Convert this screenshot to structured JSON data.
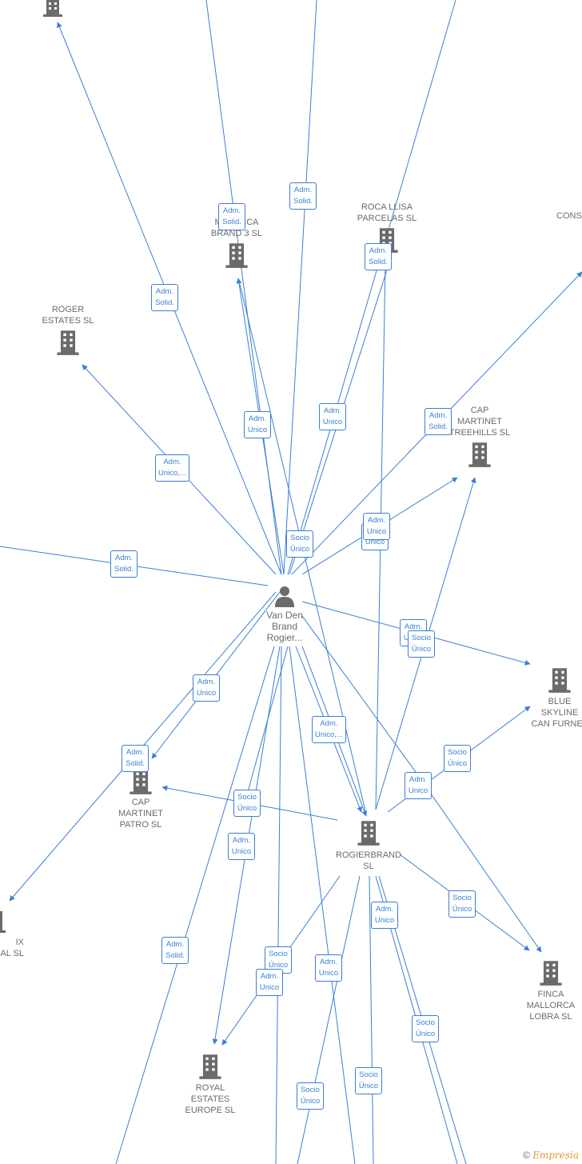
{
  "center": {
    "name": "Van Den\nBrand\nRogier..."
  },
  "nodes": [
    {
      "id": "top-left",
      "label": ""
    },
    {
      "id": "manacca",
      "label": "MANACCA\nBRAND 3  SL"
    },
    {
      "id": "roca",
      "label": "ROCA LLISA\nPARCELAS  SL"
    },
    {
      "id": "cons",
      "label": "CONS"
    },
    {
      "id": "roger",
      "label": "ROGER\nESTATES  SL"
    },
    {
      "id": "capm",
      "label": "CAP\nMARTINET\nTREEHILLS  SL"
    },
    {
      "id": "blue",
      "label": "BLUE\nSKYLINE\nCAN FURNET"
    },
    {
      "id": "capp",
      "label": "CAP\nMARTINET\nPATRO  SL"
    },
    {
      "id": "rogb",
      "label": "ROGIERBRAND\nSL"
    },
    {
      "id": "ix",
      "label": "IX\nAL  SL"
    },
    {
      "id": "finca",
      "label": "FINCA\nMALLORCA\nLOBRA  SL"
    },
    {
      "id": "royal",
      "label": "ROYAL\nESTATES\nEUROPE  SL"
    }
  ],
  "edge_labels": [
    "Adm.\nSolid.",
    "Adm.\nSolid.",
    "Adm.\nSolid.",
    "Adm.\nSolid.",
    "Adm.\nUnico",
    "Adm.\nUnico",
    "Adm.\nSolid.",
    "Adm.\nUnico,...",
    "Socio\nÚnico",
    "Adm.\nUnico",
    "Adm.\nUnico",
    "Adm.\nSolid.",
    "Adm.\nUnico",
    "Socio\nÚnico",
    "Adm.\nUnico",
    "Adm.\nSolid.",
    "Adm.\nUnico,...",
    "Socio\nÚnico",
    "Adm.\nUnico",
    "Socio\nÚnico",
    "Adm.\nUnico",
    "Adm.\nUnico",
    "Adm.\nSolid.",
    "Socio\nÚnico",
    "Adm.\nUnico",
    "Adm.\nUnico",
    "Socio\nÚnico",
    "Socio\nÚnico",
    "Socio\nÚnico",
    "Socio\nÚnico"
  ],
  "footer": {
    "copyright": "©",
    "brand": "Empresia"
  },
  "colors": {
    "edge": "#3b7fd4",
    "node": "#6b6b6b"
  }
}
